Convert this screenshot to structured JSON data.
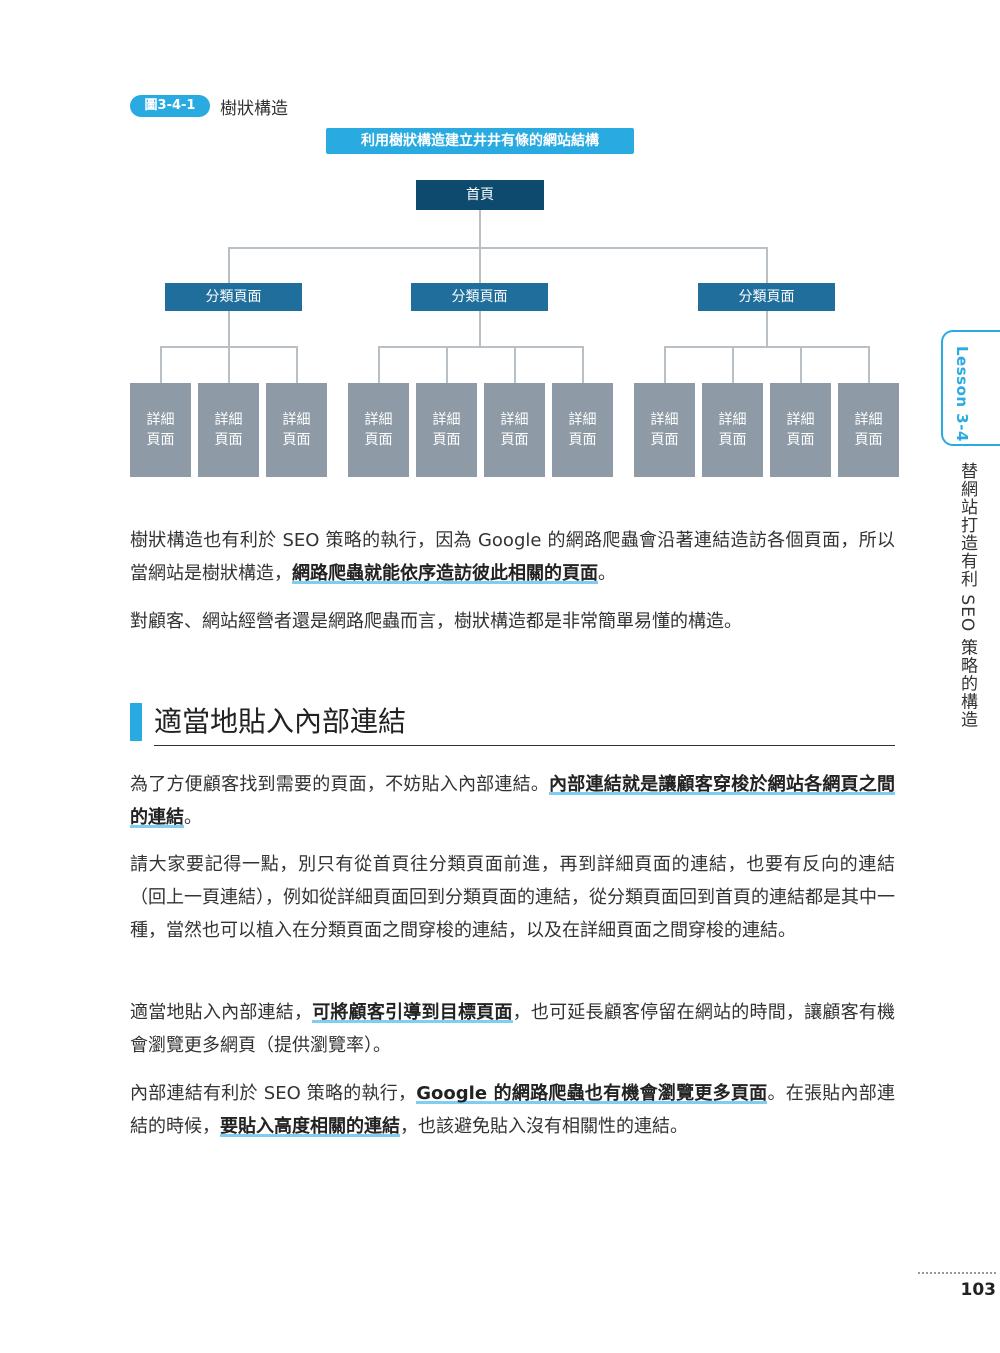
{
  "figure": {
    "label": "圖3-4-1",
    "title": "樹狀構造"
  },
  "diagram": {
    "banner": "利用樹狀構造建立井井有條的網站結構",
    "home": "首頁",
    "category": "分類頁面",
    "detail": "詳細頁面"
  },
  "intro": {
    "p1_a": "樹狀構造也有利於 SEO 策略的執行，因為 Google 的網路爬蟲會沿著連結造訪各個頁面，所以當網站是樹狀構造，",
    "p1_hl": "網路爬蟲就能依序造訪彼此相關的頁面",
    "p1_b": "。",
    "p2": "對顧客、網站經營者還是網路爬蟲而言，樹狀構造都是非常簡單易懂的構造。"
  },
  "section": {
    "title": "適當地貼入內部連結",
    "p1_a": "為了方便顧客找到需要的頁面，不妨貼入內部連結。",
    "p1_hl": "內部連結就是讓顧客穿梭於網站各網頁之間的連結",
    "p1_b": "。",
    "p2": "請大家要記得一點，別只有從首頁往分類頁面前進，再到詳細頁面的連結，也要有反向的連結（回上一頁連結），例如從詳細頁面回到分類頁面的連結，從分類頁面回到首頁的連結都是其中一種，當然也可以植入在分類頁面之間穿梭的連結，以及在詳細頁面之間穿梭的連結。",
    "p3_a": "適當地貼入內部連結，",
    "p3_hl": "可將顧客引導到目標頁面",
    "p3_b": "，也可延長顧客停留在網站的時間，讓顧客有機會瀏覽更多網頁（提供瀏覽率）。",
    "p4_a": "內部連結有利於 SEO 策略的執行，",
    "p4_hl1": "Google 的網路爬蟲也有機會瀏覽更多頁面",
    "p4_b": "。在張貼內部連結的時候，",
    "p4_hl2": "要貼入高度相關的連結",
    "p4_c": "，也該避免貼入沒有相關性的連結。"
  },
  "side": {
    "lesson": "Lesson 3-4",
    "chapter": "替網站打造有利 SEO 策略的構造"
  },
  "page_number": "103",
  "colors": {
    "accent": "#29abe2",
    "home_node": "#0d4a6e",
    "category_node": "#1f6e9c",
    "detail_node": "#8e9ba6"
  }
}
